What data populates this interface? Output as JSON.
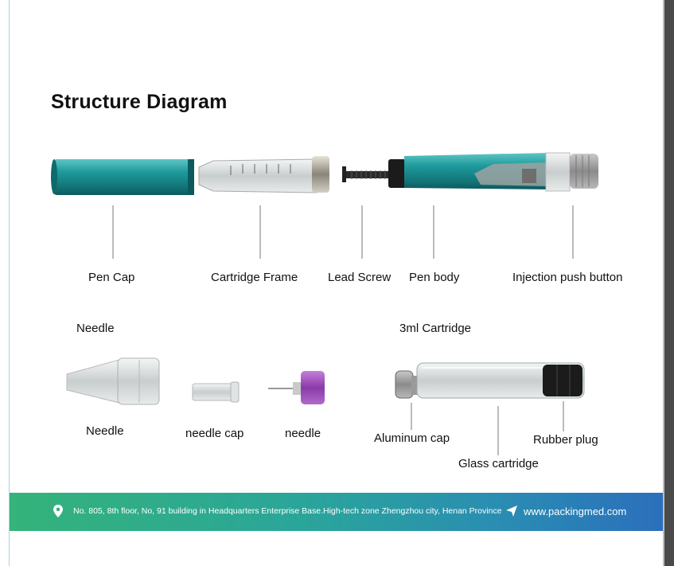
{
  "title": "Structure Diagram",
  "pen_labels": {
    "pen_cap": "Pen Cap",
    "cartridge_frame": "Cartridge Frame",
    "lead_screw": "Lead Screw",
    "pen_body": "Pen body",
    "push_button": "Injection push button"
  },
  "needle_section": {
    "heading": "Needle",
    "needle": "Needle",
    "needle_cap": "needle cap",
    "needle_small": "needle"
  },
  "cartridge_section": {
    "heading": "3ml Cartridge",
    "aluminum_cap": "Aluminum cap",
    "glass_cartridge": "Glass cartridge",
    "rubber_plug": "Rubber plug"
  },
  "footer": {
    "address": "No. 805, 8th floor, No, 91 building in Headquarters Enterprise Base.High-tech zone Zhengzhou city, Henan Province",
    "website": "www.packingmed.com"
  },
  "colors": {
    "pen_teal": "#1f8f94",
    "footer_start": "#34b37a",
    "footer_end": "#2b6fbc",
    "needle_purple": "#8a3aa8"
  },
  "icons": [
    "location-pin-icon",
    "paper-plane-icon"
  ]
}
